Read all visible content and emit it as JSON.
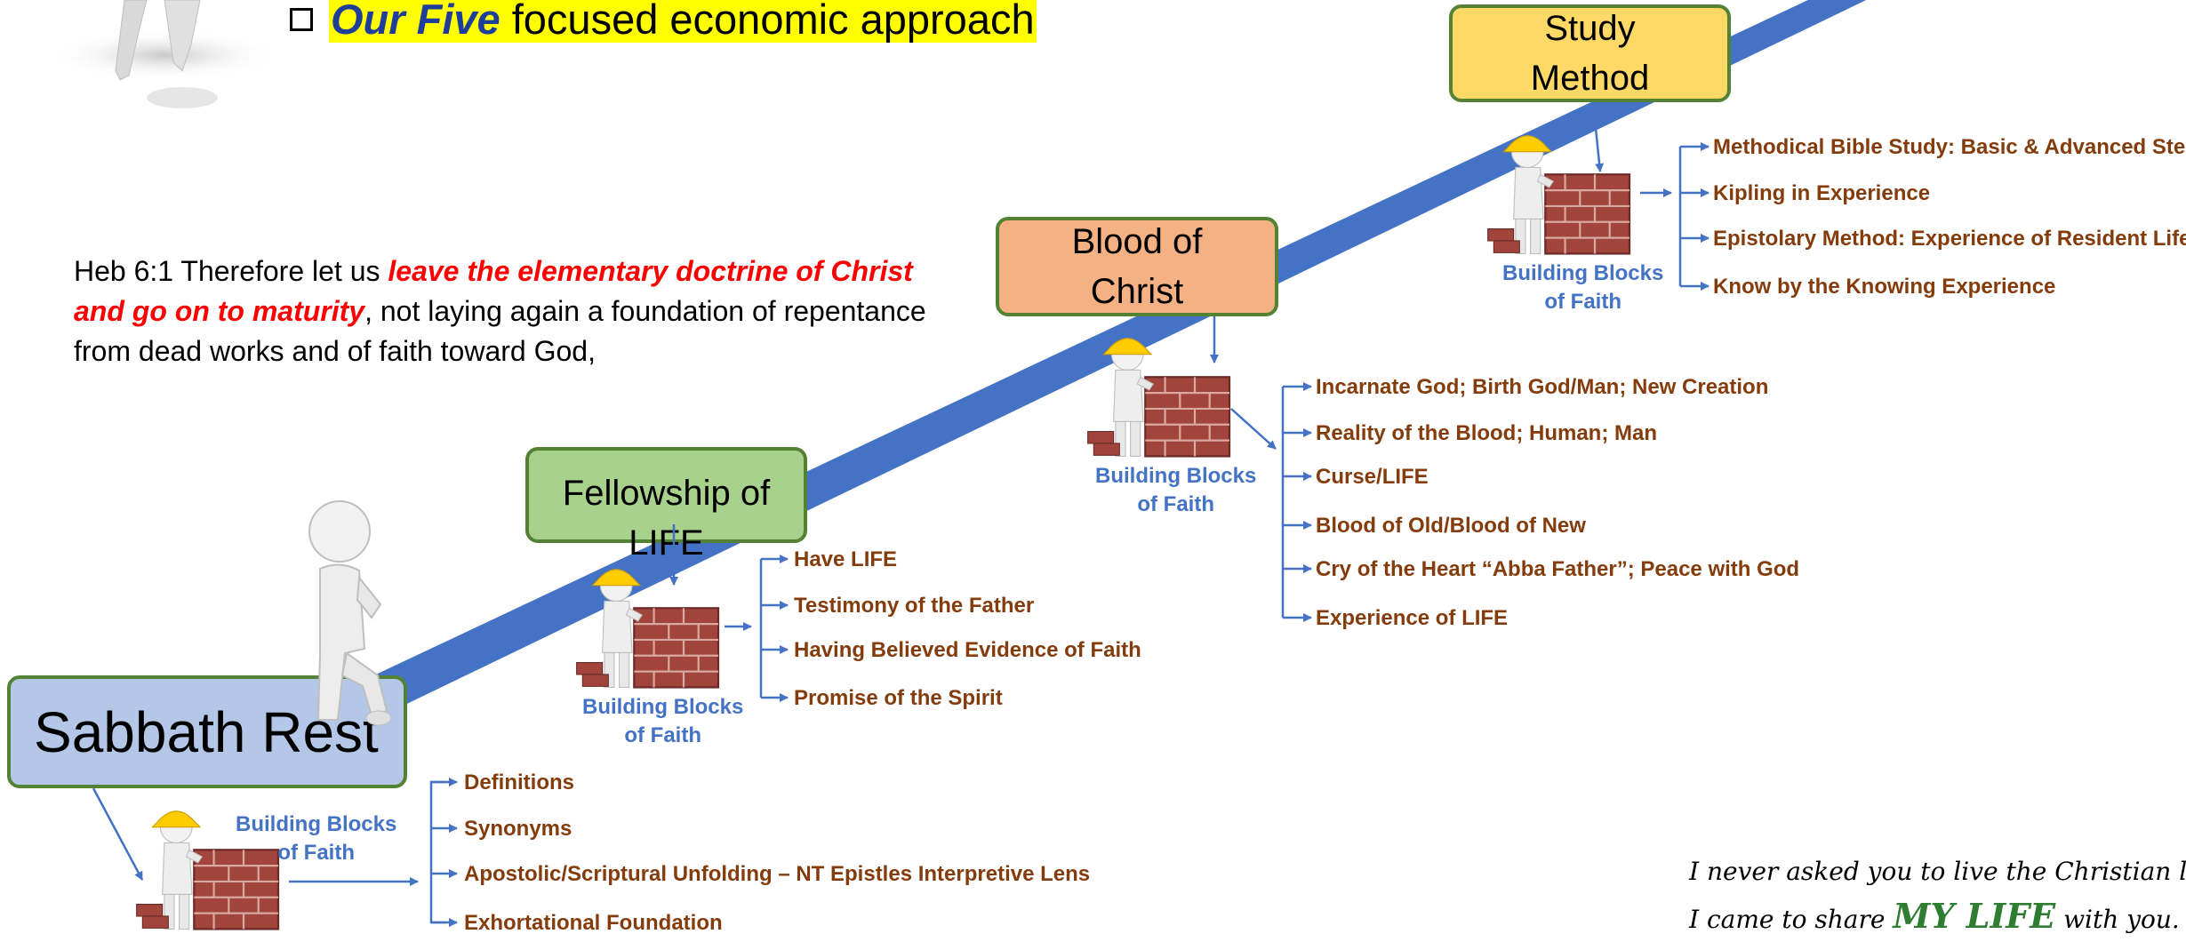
{
  "heading": {
    "bold_italic": "Our Five",
    "rest": " focused economic approach"
  },
  "verse": {
    "prefix": "Heb 6:1 Therefore let us ",
    "emphasis": "leave the elementary doctrine of Christ and go on to maturity",
    "suffix": ", not laying again a foundation of repentance from dead works and of faith toward God,"
  },
  "steps": {
    "sabbath": {
      "label": "Sabbath Rest",
      "caption_line1": "Building Blocks",
      "caption_line2": "of Faith",
      "items": [
        "Definitions",
        "Synonyms",
        "Apostolic/Scriptural Unfolding – NT Epistles Interpretive Lens",
        "Exhortational Foundation"
      ]
    },
    "fellowship": {
      "label": "Fellowship of LIFE",
      "caption_line1": "Building Blocks",
      "caption_line2": "of Faith",
      "items": [
        "Have LIFE",
        "Testimony of the Father",
        "Having Believed Evidence of Faith",
        "Promise of the Spirit"
      ]
    },
    "blood": {
      "label_line1": "Blood of",
      "label_line2": "Christ",
      "caption_line1": "Building Blocks",
      "caption_line2": "of Faith",
      "items": [
        "Incarnate God; Birth God/Man; New Creation",
        "Reality of the Blood; Human; Man",
        "Curse/LIFE",
        "Blood of Old/Blood of New",
        "Cry of the Heart “Abba Father”; Peace with God",
        "Experience of LIFE"
      ]
    },
    "study": {
      "label_line1": "Study",
      "label_line2": "Method",
      "caption_line1": "Building Blocks",
      "caption_line2": "of Faith",
      "items": [
        "Methodical Bible Study: Basic & Advanced Steps",
        "Kipling in Experience",
        "Epistolary Method: Experience of Resident Life",
        "Know by the Knowing Experience"
      ]
    }
  },
  "quote": {
    "line1": "I never asked you to live the Christian life.",
    "line2_prefix": "I came to share ",
    "line2_big": "MY LIFE",
    "line2_suffix": " with you."
  },
  "colors": {
    "ramp": "#4472c4",
    "arrow": "#4472c4",
    "item_text": "#843c0c",
    "caption": "#4472c4",
    "box_border": "#548235"
  }
}
